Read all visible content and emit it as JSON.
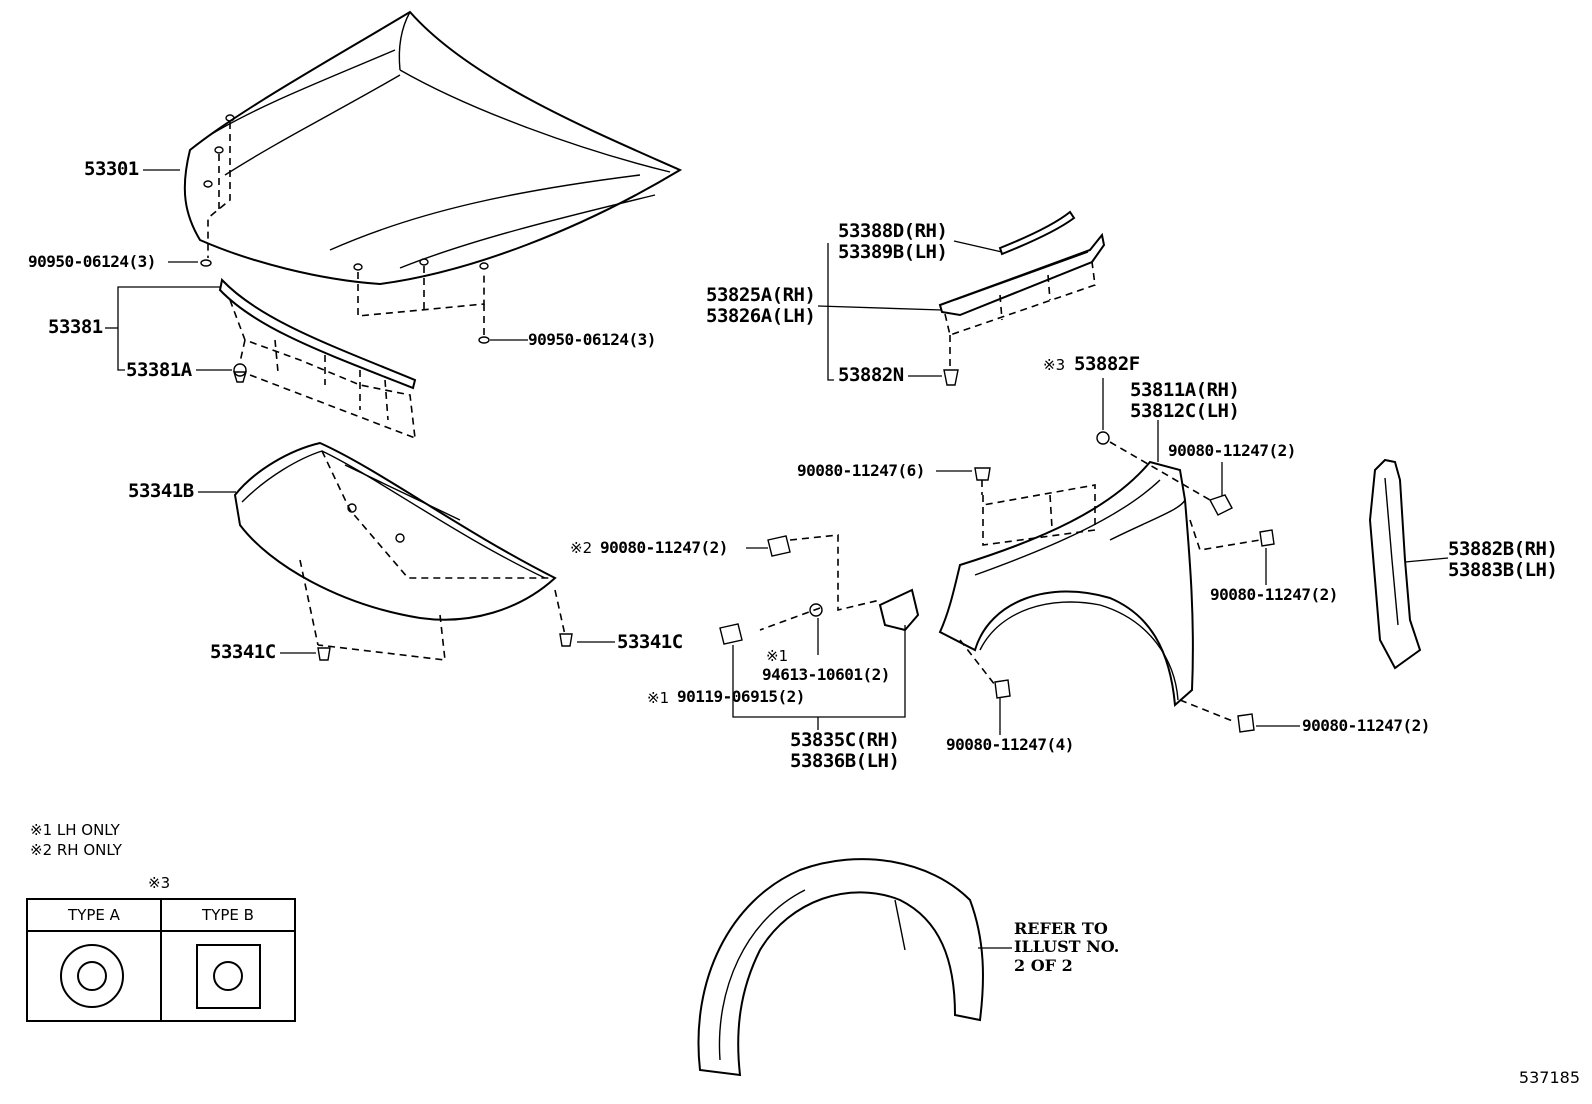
{
  "diagram": {
    "parts": {
      "hood": "53301",
      "hood_bolt_left": "90950-06124(3)",
      "hood_bolt_right": "90950-06124(3)",
      "seal": "53381",
      "seal_clip": "53381A",
      "insulator": "53341B",
      "insulator_clip_left": "53341C",
      "insulator_clip_right": "53341C",
      "weatherstrip_rh": "53388D(RH)",
      "weatherstrip_lh": "53389B(LH)",
      "cowl_seal_rh": "53825A(RH)",
      "cowl_seal_lh": "53826A(LH)",
      "cowl_clip": "53882N",
      "fender_clip_f": "53882F",
      "fender_clip_f_marker": "※3",
      "fender_rh": "53811A(RH)",
      "fender_lh": "53812C(LH)",
      "bolt_6": "90080-11247(6)",
      "bolt_rear_top": "90080-11247(2)",
      "bolt_rh_only": "90080-11247(2)",
      "bolt_rh_only_marker": "※2",
      "bolt_mid": "90080-11247(2)",
      "bolt_front": "90080-11247(4)",
      "bolt_bottom": "90080-11247(2)",
      "washer_marker": "※1",
      "washer": "94613-10601(2)",
      "screw_marker": "※1",
      "screw": "90119-06915(2)",
      "bracket_rh": "53835C(RH)",
      "bracket_lh": "53836B(LH)",
      "seal_side_rh": "53882B(RH)",
      "seal_side_lh": "53883B(LH)"
    },
    "notes": {
      "note1": "※1 LH ONLY",
      "note2": "※2 RH ONLY",
      "legend_marker": "※3",
      "type_a": "TYPE A",
      "type_b": "TYPE B"
    },
    "refer": {
      "line1": "REFER TO",
      "line2": "ILLUST NO.",
      "line3": "2 OF 2"
    },
    "illustration_id": "537185"
  }
}
